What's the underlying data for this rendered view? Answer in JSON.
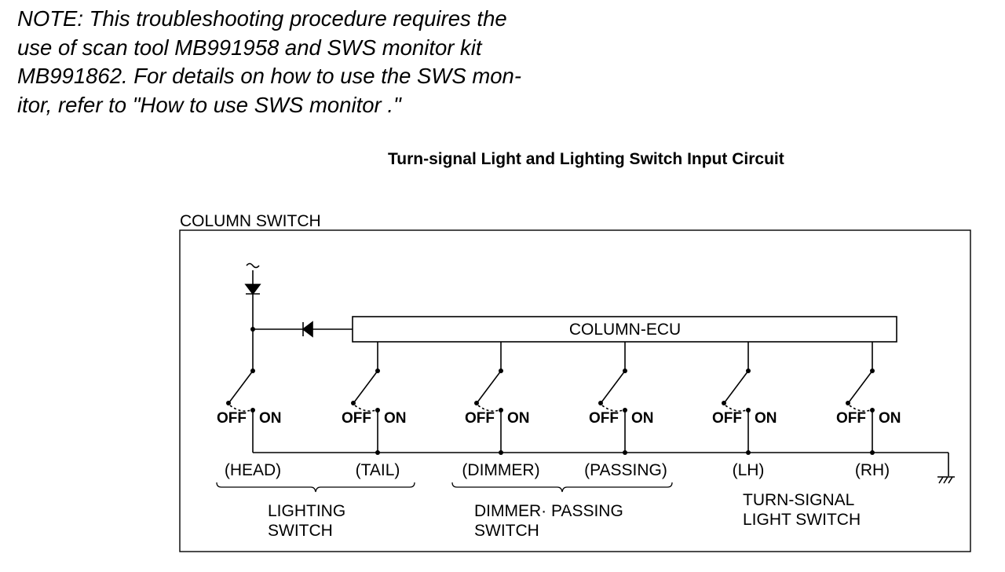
{
  "note": {
    "lines": [
      "NOTE: This troubleshooting procedure requires the",
      "use of scan tool MB991958 and SWS monitor kit",
      "MB991862. For details on how to use the SWS mon-",
      "itor, refer to \"How to use SWS monitor .\""
    ]
  },
  "diagram": {
    "title": "Turn-signal Light and Lighting Switch Input Circuit",
    "enclosure_label": "COLUMN SWITCH",
    "ecu_label": "COLUMN-ECU",
    "switches": [
      {
        "off": "OFF",
        "on": "ON",
        "name": "(HEAD)"
      },
      {
        "off": "OFF",
        "on": "ON",
        "name": "(TAIL)"
      },
      {
        "off": "OFF",
        "on": "ON",
        "name": "(DIMMER)"
      },
      {
        "off": "OFF",
        "on": "ON",
        "name": "(PASSING)"
      },
      {
        "off": "OFF",
        "on": "ON",
        "name": "(LH)"
      },
      {
        "off": "OFF",
        "on": "ON",
        "name": "(RH)"
      }
    ],
    "groups": [
      {
        "line1": "LIGHTING",
        "line2": "SWITCH"
      },
      {
        "line1": "DIMMER· PASSING",
        "line2": "SWITCH"
      },
      {
        "line1": "TURN-SIGNAL",
        "line2": "LIGHT SWITCH"
      }
    ]
  }
}
